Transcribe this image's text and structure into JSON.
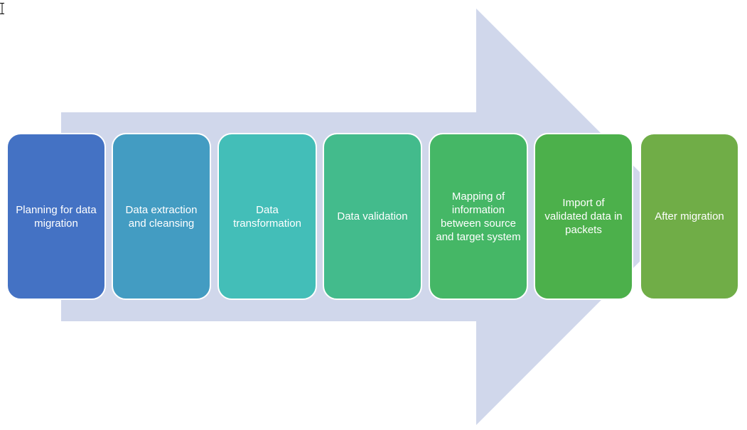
{
  "diagram": {
    "type": "process-arrow",
    "arrow_color": "#D0D7EB",
    "steps": [
      {
        "label": "Planning for data migration",
        "color": "#4472C4"
      },
      {
        "label": "Data extraction and cleansing",
        "color": "#439CC2"
      },
      {
        "label": "Data transformation",
        "color": "#43BEB8"
      },
      {
        "label": "Data validation",
        "color": "#43BB8C"
      },
      {
        "label": "Mapping of information between source and target system",
        "color": "#45B766"
      },
      {
        "label": "Import of validated data in packets",
        "color": "#4CB04B"
      },
      {
        "label": "After migration",
        "color": "#70AD47"
      }
    ]
  }
}
